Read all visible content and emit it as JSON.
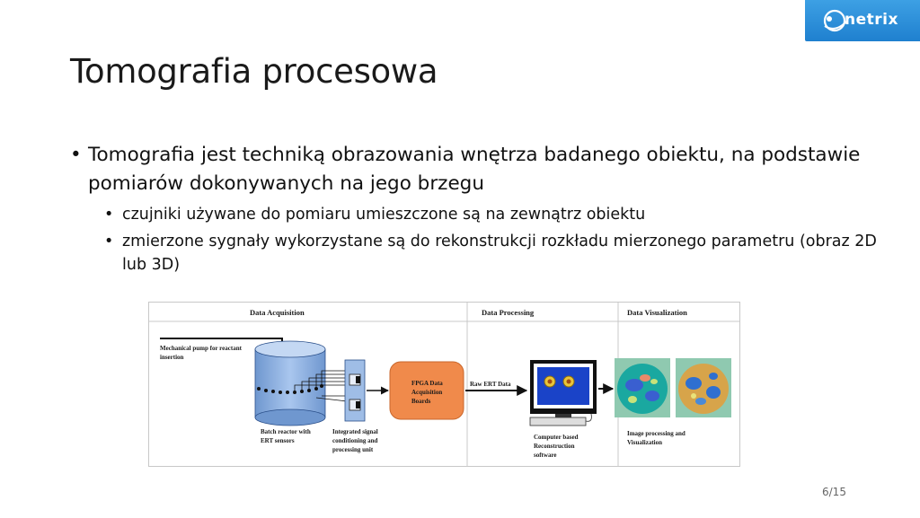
{
  "logo": {
    "text": "netrix"
  },
  "slide": {
    "title": "Tomografia procesowa",
    "bullet_main": "Tomografia jest techniką obrazowania wnętrza badanego obiektu, na podstawie pomiarów dokonywanych na jego brzegu",
    "sub_bullets": [
      "czujniki używane do pomiaru umieszczone są na zewnątrz obiektu",
      "zmierzone sygnały wykorzystane są do rekonstrukcji rozkładu mierzonego parametru (obraz 2D lub 3D)"
    ]
  },
  "diagram": {
    "sections": [
      "Data Acquisition",
      "Data Processing",
      "Data Visualization"
    ],
    "pump_label": [
      "Mechanical pump for reactant",
      "insertion"
    ],
    "reactor_label": [
      "Batch reactor with",
      "ERT sensors"
    ],
    "signal_label": [
      "Integrated signal",
      "conditioning and",
      "processing unit"
    ],
    "fpga_label": [
      "FPGA Data",
      "Acquisition",
      "Boards"
    ],
    "raw_label": "Raw ERT Data",
    "computer_label": [
      "Computer based",
      "Reconstruction",
      "software"
    ],
    "image_label": [
      "Image processing and",
      "Visualization"
    ],
    "colors": {
      "fpga": "#f08a4b",
      "reactor": "#8fb3e3",
      "screen": "#1a43c8",
      "image_bg": "#1aa8a0"
    }
  },
  "page": {
    "number": "6/15"
  }
}
